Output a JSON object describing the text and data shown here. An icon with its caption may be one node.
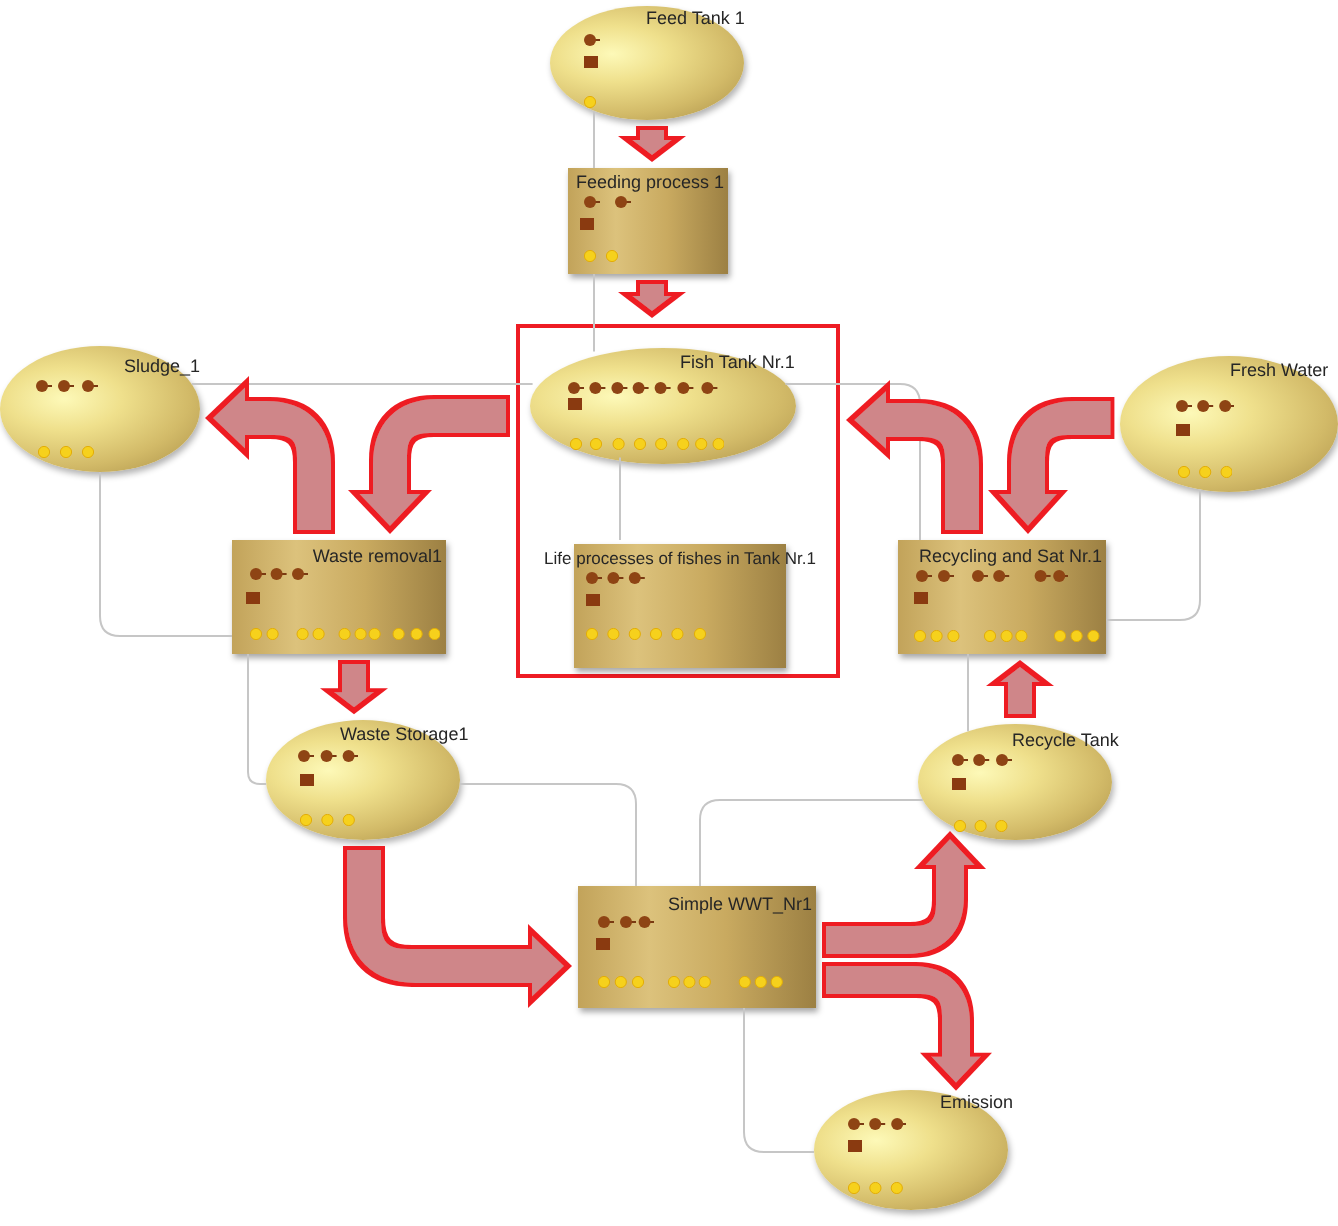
{
  "diagram": {
    "nodes": [
      {
        "text": [
          "Feed Tank 1"
        ]
      },
      {
        "text": [
          "Feeding process 1"
        ]
      },
      {
        "text": [
          "Sludge_1"
        ]
      },
      {
        "text": [],
        "shape": "box"
      },
      {
        "text": [
          "Fish Tank Nr.1"
        ],
        "in": 3
      },
      {
        "text": [
          "Life processes of fishes in Tank Nr.1"
        ],
        "in": 3
      },
      {
        "text": [
          "Fresh Water"
        ]
      },
      {
        "text": [
          "Waste removal1"
        ]
      },
      {
        "text": [
          "Recycling and Sat Nr.1"
        ]
      },
      {
        "text": [
          "Waste Storage1"
        ]
      },
      {
        "text": [
          "Recycle Tank"
        ]
      },
      {
        "text": [
          "Simple WWT_Nr1"
        ]
      },
      {
        "text": [
          "Emission"
        ]
      }
    ],
    "edges": [
      {
        "from": 0,
        "to": 1,
        "arrow": "to",
        "style": "thick",
        "color": "#ee1c24"
      },
      {
        "from": 1,
        "to": 3,
        "arrow": "to",
        "style": "thick",
        "color": "#ee1c24"
      },
      {
        "from": 3,
        "to": 7,
        "arrow": "to",
        "style": "thick",
        "color": "#ee1c24"
      },
      {
        "from": 7,
        "to": 2,
        "arrow": "to",
        "style": "thick",
        "color": "#ee1c24"
      },
      {
        "from": 7,
        "to": 9,
        "arrow": "to",
        "style": "thick",
        "color": "#ee1c24"
      },
      {
        "from": 9,
        "to": 11,
        "arrow": "to",
        "style": "thick",
        "color": "#ee1c24"
      },
      {
        "from": 11,
        "to": 10,
        "arrow": "to",
        "style": "thick",
        "color": "#ee1c24"
      },
      {
        "from": 11,
        "to": 12,
        "arrow": "to",
        "style": "thick",
        "color": "#ee1c24"
      },
      {
        "from": 10,
        "to": 8,
        "arrow": "to",
        "style": "thick",
        "color": "#ee1c24"
      },
      {
        "from": 8,
        "to": 3,
        "arrow": "to",
        "style": "thick",
        "color": "#ee1c24"
      },
      {
        "from": 6,
        "to": 8,
        "arrow": "to",
        "style": "thick",
        "color": "#ee1c24"
      },
      {
        "from": 0,
        "to": 1,
        "arrow": "none"
      },
      {
        "from": 1,
        "to": 4,
        "arrow": "none"
      },
      {
        "from": 4,
        "to": 5,
        "arrow": "none"
      },
      {
        "from": 2,
        "to": 7,
        "arrow": "none"
      },
      {
        "from": 2,
        "to": 4,
        "arrow": "none"
      },
      {
        "from": 7,
        "to": 9,
        "arrow": "none"
      },
      {
        "from": 9,
        "to": 11,
        "arrow": "none"
      },
      {
        "from": 11,
        "to": 10,
        "arrow": "none"
      },
      {
        "from": 11,
        "to": 12,
        "arrow": "none"
      },
      {
        "from": 10,
        "to": 8,
        "arrow": "none"
      },
      {
        "from": 6,
        "to": 8,
        "arrow": "none"
      },
      {
        "from": 8,
        "to": 4,
        "arrow": "none"
      }
    ]
  }
}
